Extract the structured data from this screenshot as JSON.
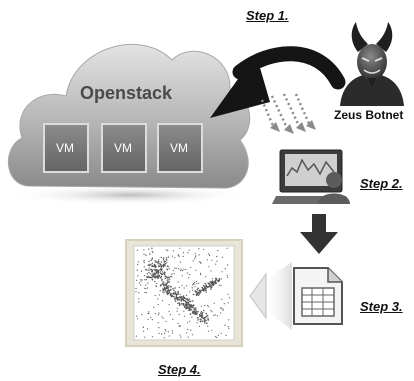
{
  "diagram": {
    "cloud_title": "Openstack",
    "vms": [
      "VM",
      "VM",
      "VM"
    ],
    "botnet_name": "Zeus Botnet",
    "steps": {
      "step1": "Step 1.",
      "step2": "Step 2.",
      "step3": "Step 3.",
      "step4": "Step 4."
    }
  }
}
